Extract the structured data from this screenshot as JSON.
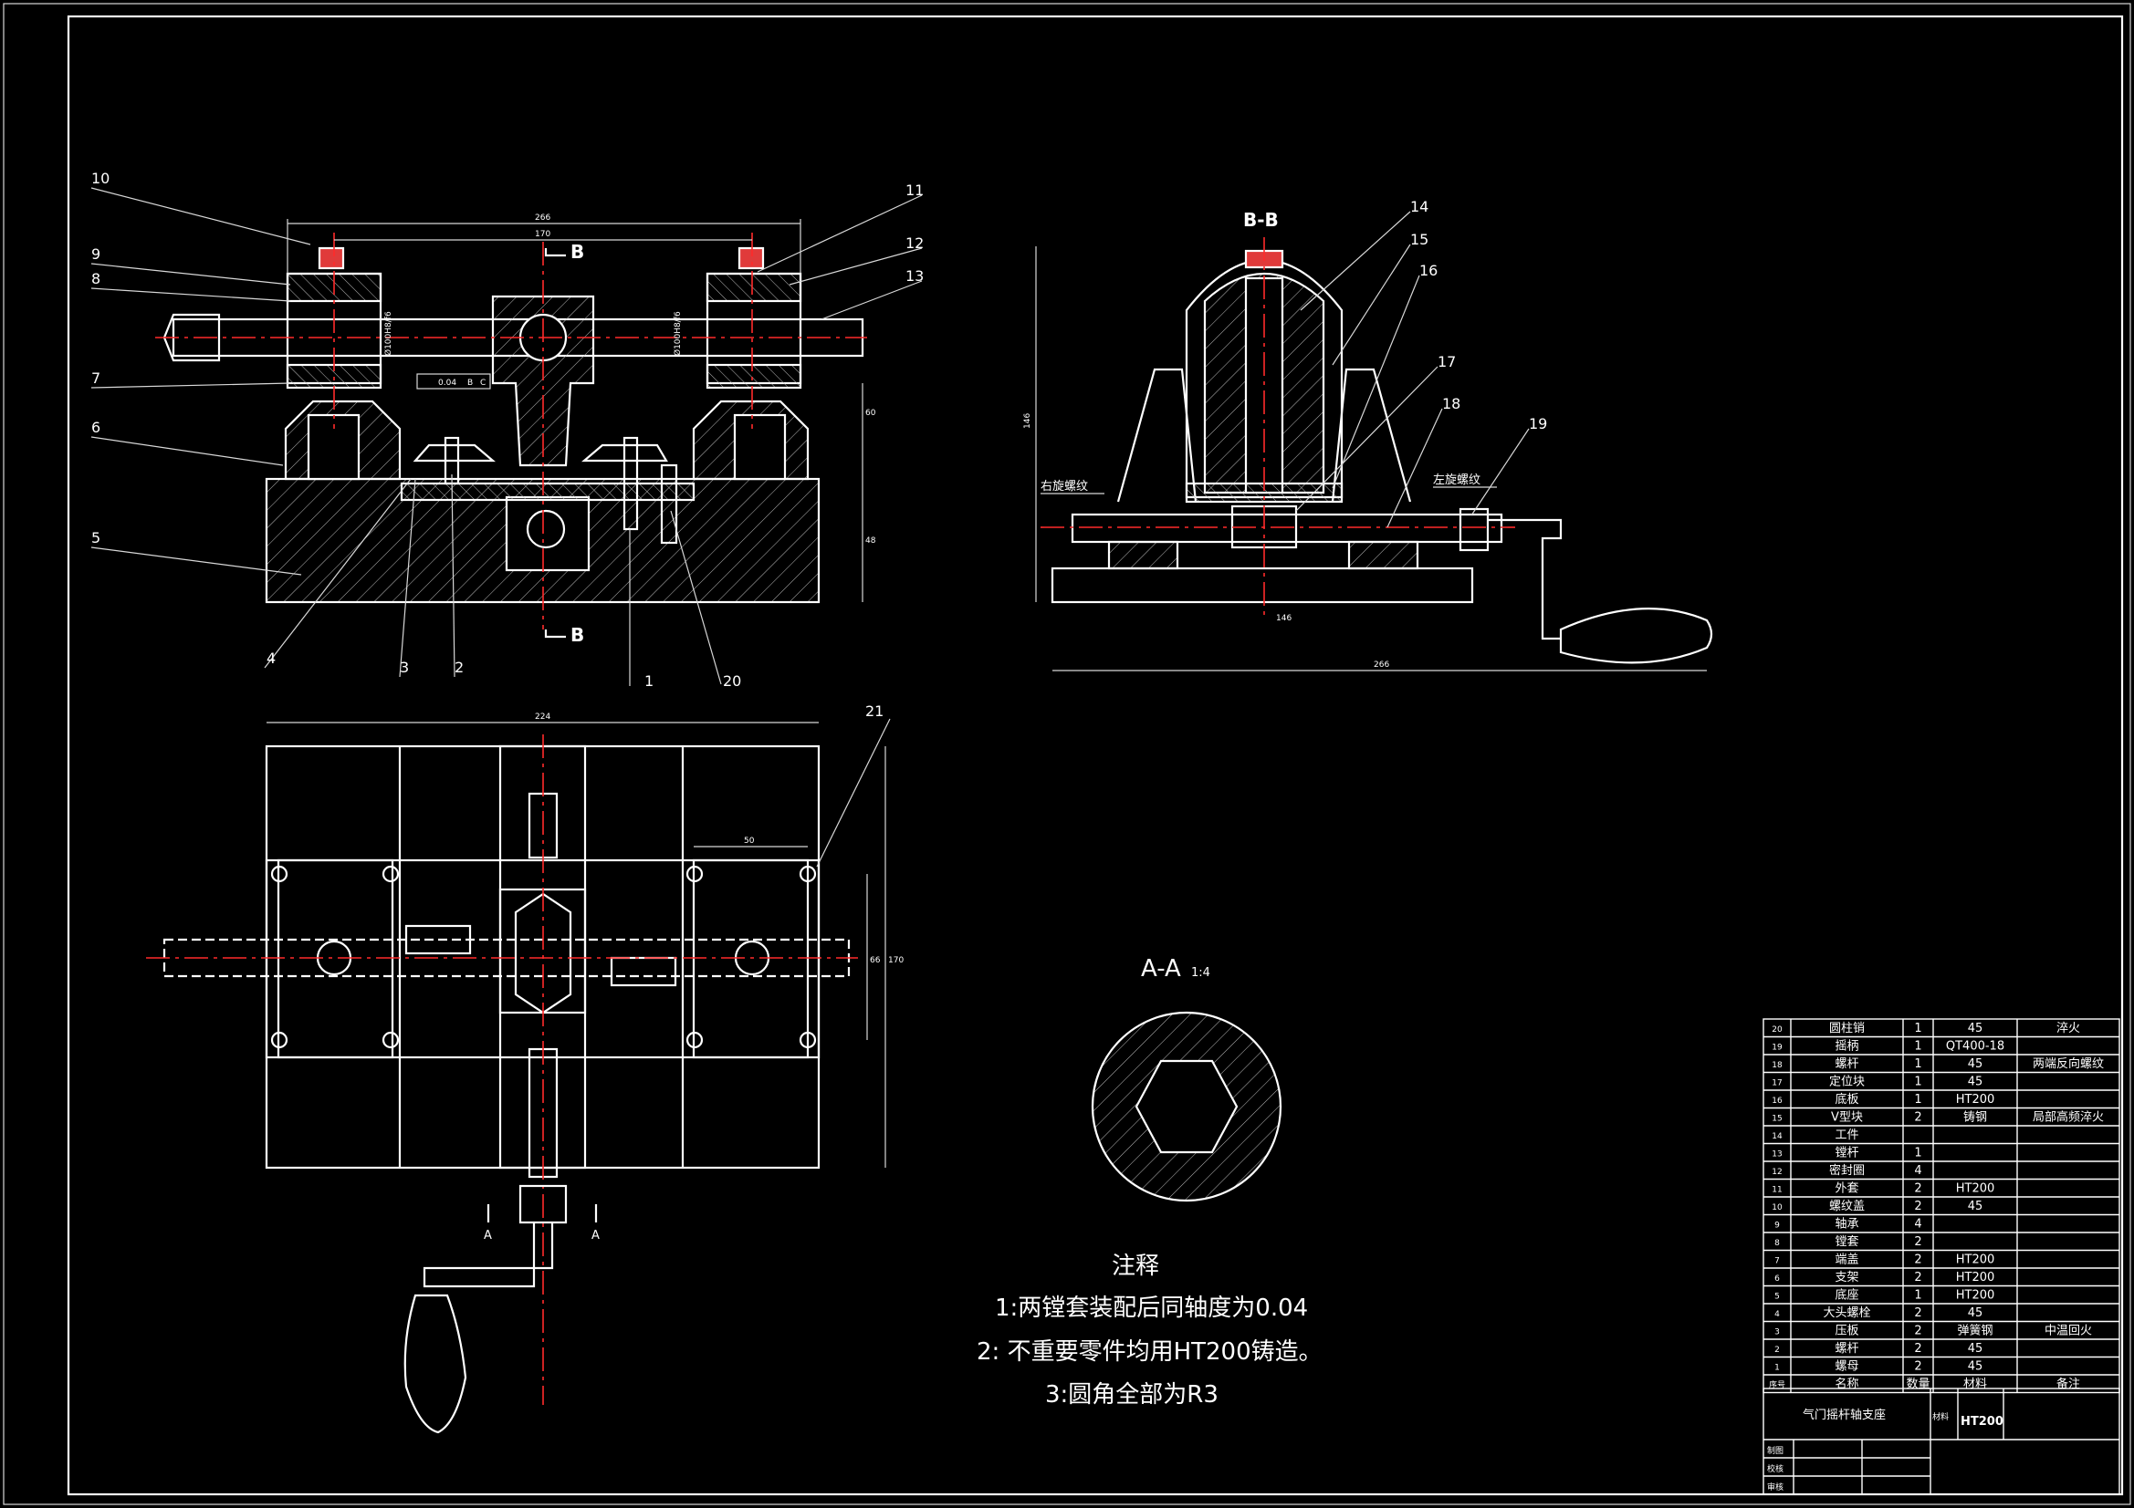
{
  "drawing": {
    "section_bb_label": "B-B",
    "section_aa_label": "A-A",
    "section_aa_scale": "1:4",
    "cut_letter_b": "B",
    "cut_letter_a": "A",
    "right_thread": "右旋螺纹",
    "left_thread": "左旋螺纹",
    "geo_tol": "0.04",
    "datum_b": "B",
    "datum_c": "C",
    "fit_left": "Ø100H8/f6",
    "fit_right": "Ø100H8/f6"
  },
  "balloons": [
    "1",
    "2",
    "3",
    "4",
    "5",
    "6",
    "7",
    "8",
    "9",
    "10",
    "11",
    "12",
    "13",
    "14",
    "15",
    "16",
    "17",
    "18",
    "19",
    "20",
    "21"
  ],
  "dimensions": {
    "front_overall": "266",
    "front_inner": "170",
    "front_height_upper": "60",
    "front_height_lower": "48",
    "side_height": "146",
    "side_width": "266",
    "side_small": "146",
    "top_width": "224",
    "top_slot": "50",
    "top_spacing": "66",
    "top_height": "170"
  },
  "notes": {
    "title": "注释",
    "items": [
      "1:两镗套装配后同轴度为0.04",
      "2: 不重要零件均用HT200铸造。",
      "3:圆角全部为R3"
    ]
  },
  "bom": {
    "rows": [
      [
        "20",
        "圆柱销",
        "1",
        "45",
        "淬火"
      ],
      [
        "19",
        "摇柄",
        "1",
        "QT400-18",
        ""
      ],
      [
        "18",
        "螺杆",
        "1",
        "45",
        "两端反向螺纹"
      ],
      [
        "17",
        "定位块",
        "1",
        "45",
        ""
      ],
      [
        "16",
        "底板",
        "1",
        "HT200",
        ""
      ],
      [
        "15",
        "V型块",
        "2",
        "铸钢",
        "局部高频淬火"
      ],
      [
        "14",
        "工件",
        "",
        "",
        ""
      ],
      [
        "13",
        "镗杆",
        "1",
        "",
        ""
      ],
      [
        "12",
        "密封圈",
        "4",
        "",
        ""
      ],
      [
        "11",
        "外套",
        "2",
        "HT200",
        ""
      ],
      [
        "10",
        "螺纹盖",
        "2",
        "45",
        ""
      ],
      [
        "9",
        "轴承",
        "4",
        "",
        ""
      ],
      [
        "8",
        "镗套",
        "2",
        "",
        ""
      ],
      [
        "7",
        "端盖",
        "2",
        "HT200",
        ""
      ],
      [
        "6",
        "支架",
        "2",
        "HT200",
        ""
      ],
      [
        "5",
        "底座",
        "1",
        "HT200",
        ""
      ],
      [
        "4",
        "大头螺栓",
        "2",
        "45",
        ""
      ],
      [
        "3",
        "压板",
        "2",
        "弹簧钢",
        "中温回火"
      ],
      [
        "2",
        "螺杆",
        "2",
        "45",
        ""
      ],
      [
        "1",
        "螺母",
        "2",
        "45",
        ""
      ]
    ],
    "header": [
      "序号",
      "名称",
      "数量",
      "材料",
      "备注"
    ]
  },
  "title_block": {
    "drawing_name": "气门摇杆轴支座",
    "material_label": "材料",
    "material": "HT200",
    "role_1": "制图",
    "role_2": "校核",
    "role_3": "审核"
  }
}
